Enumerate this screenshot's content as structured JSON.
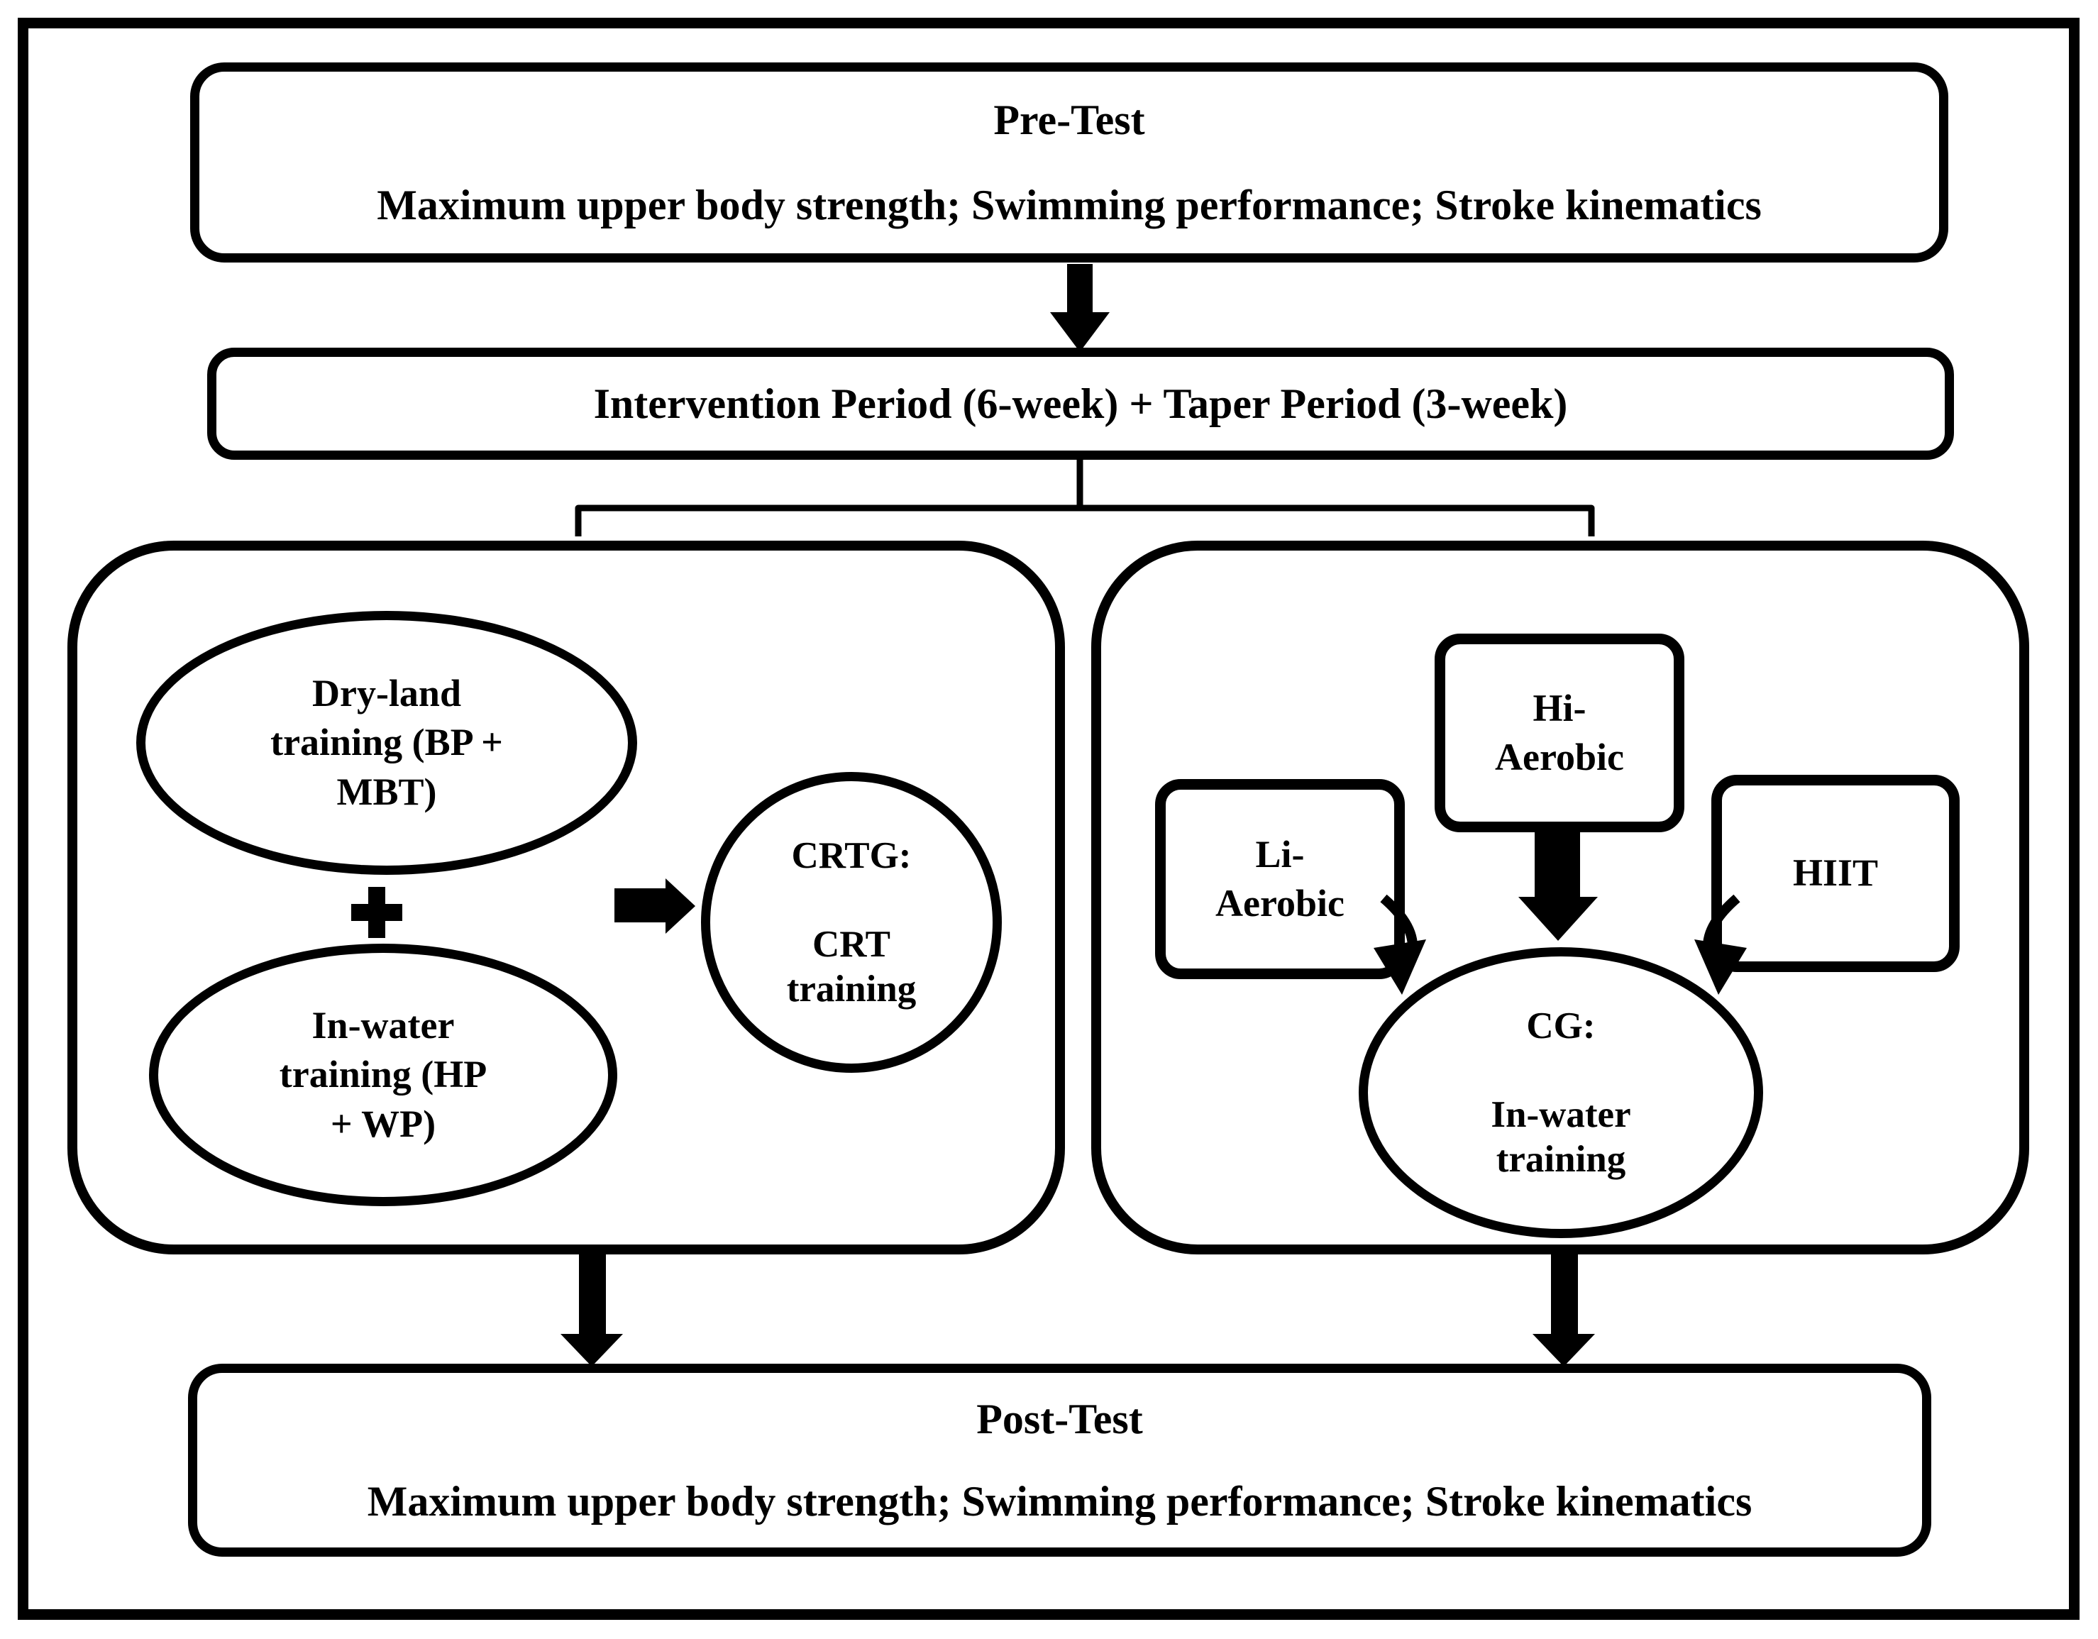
{
  "colors": {
    "ink": "#000000",
    "paper": "#ffffff"
  },
  "icons": {
    "plus_icon": "+",
    "down_block_arrow_icon": "▼",
    "right_block_arrow_icon": "►",
    "curved_arrow_icon": "↘",
    "split_bracket_icon": "⎴"
  },
  "diagram": {
    "pre_test": {
      "title": "Pre-Test",
      "measures": "Maximum upper body strength; Swimming performance; Stroke kinematics"
    },
    "intervention": {
      "label": "Intervention Period (6-week) + Taper Period (3-week)"
    },
    "crtg_branch": {
      "dry_land_lines": [
        "Dry-land",
        "training (BP +",
        "MBT)"
      ],
      "in_water_lines": [
        "In-water",
        "training (HP",
        "+ WP)"
      ],
      "result_lines": [
        "CRTG:",
        "",
        "CRT",
        "training"
      ]
    },
    "cg_branch": {
      "hi_aerobic_lines": [
        "Hi-",
        "Aerobic"
      ],
      "li_aerobic_lines": [
        "Li-",
        "Aerobic"
      ],
      "hiit_lines": [
        "HIIT"
      ],
      "result_lines": [
        "CG:",
        "",
        "In-water",
        "training"
      ]
    },
    "post_test": {
      "title": "Post-Test",
      "measures": "Maximum upper body strength; Swimming performance; Stroke kinematics"
    }
  }
}
